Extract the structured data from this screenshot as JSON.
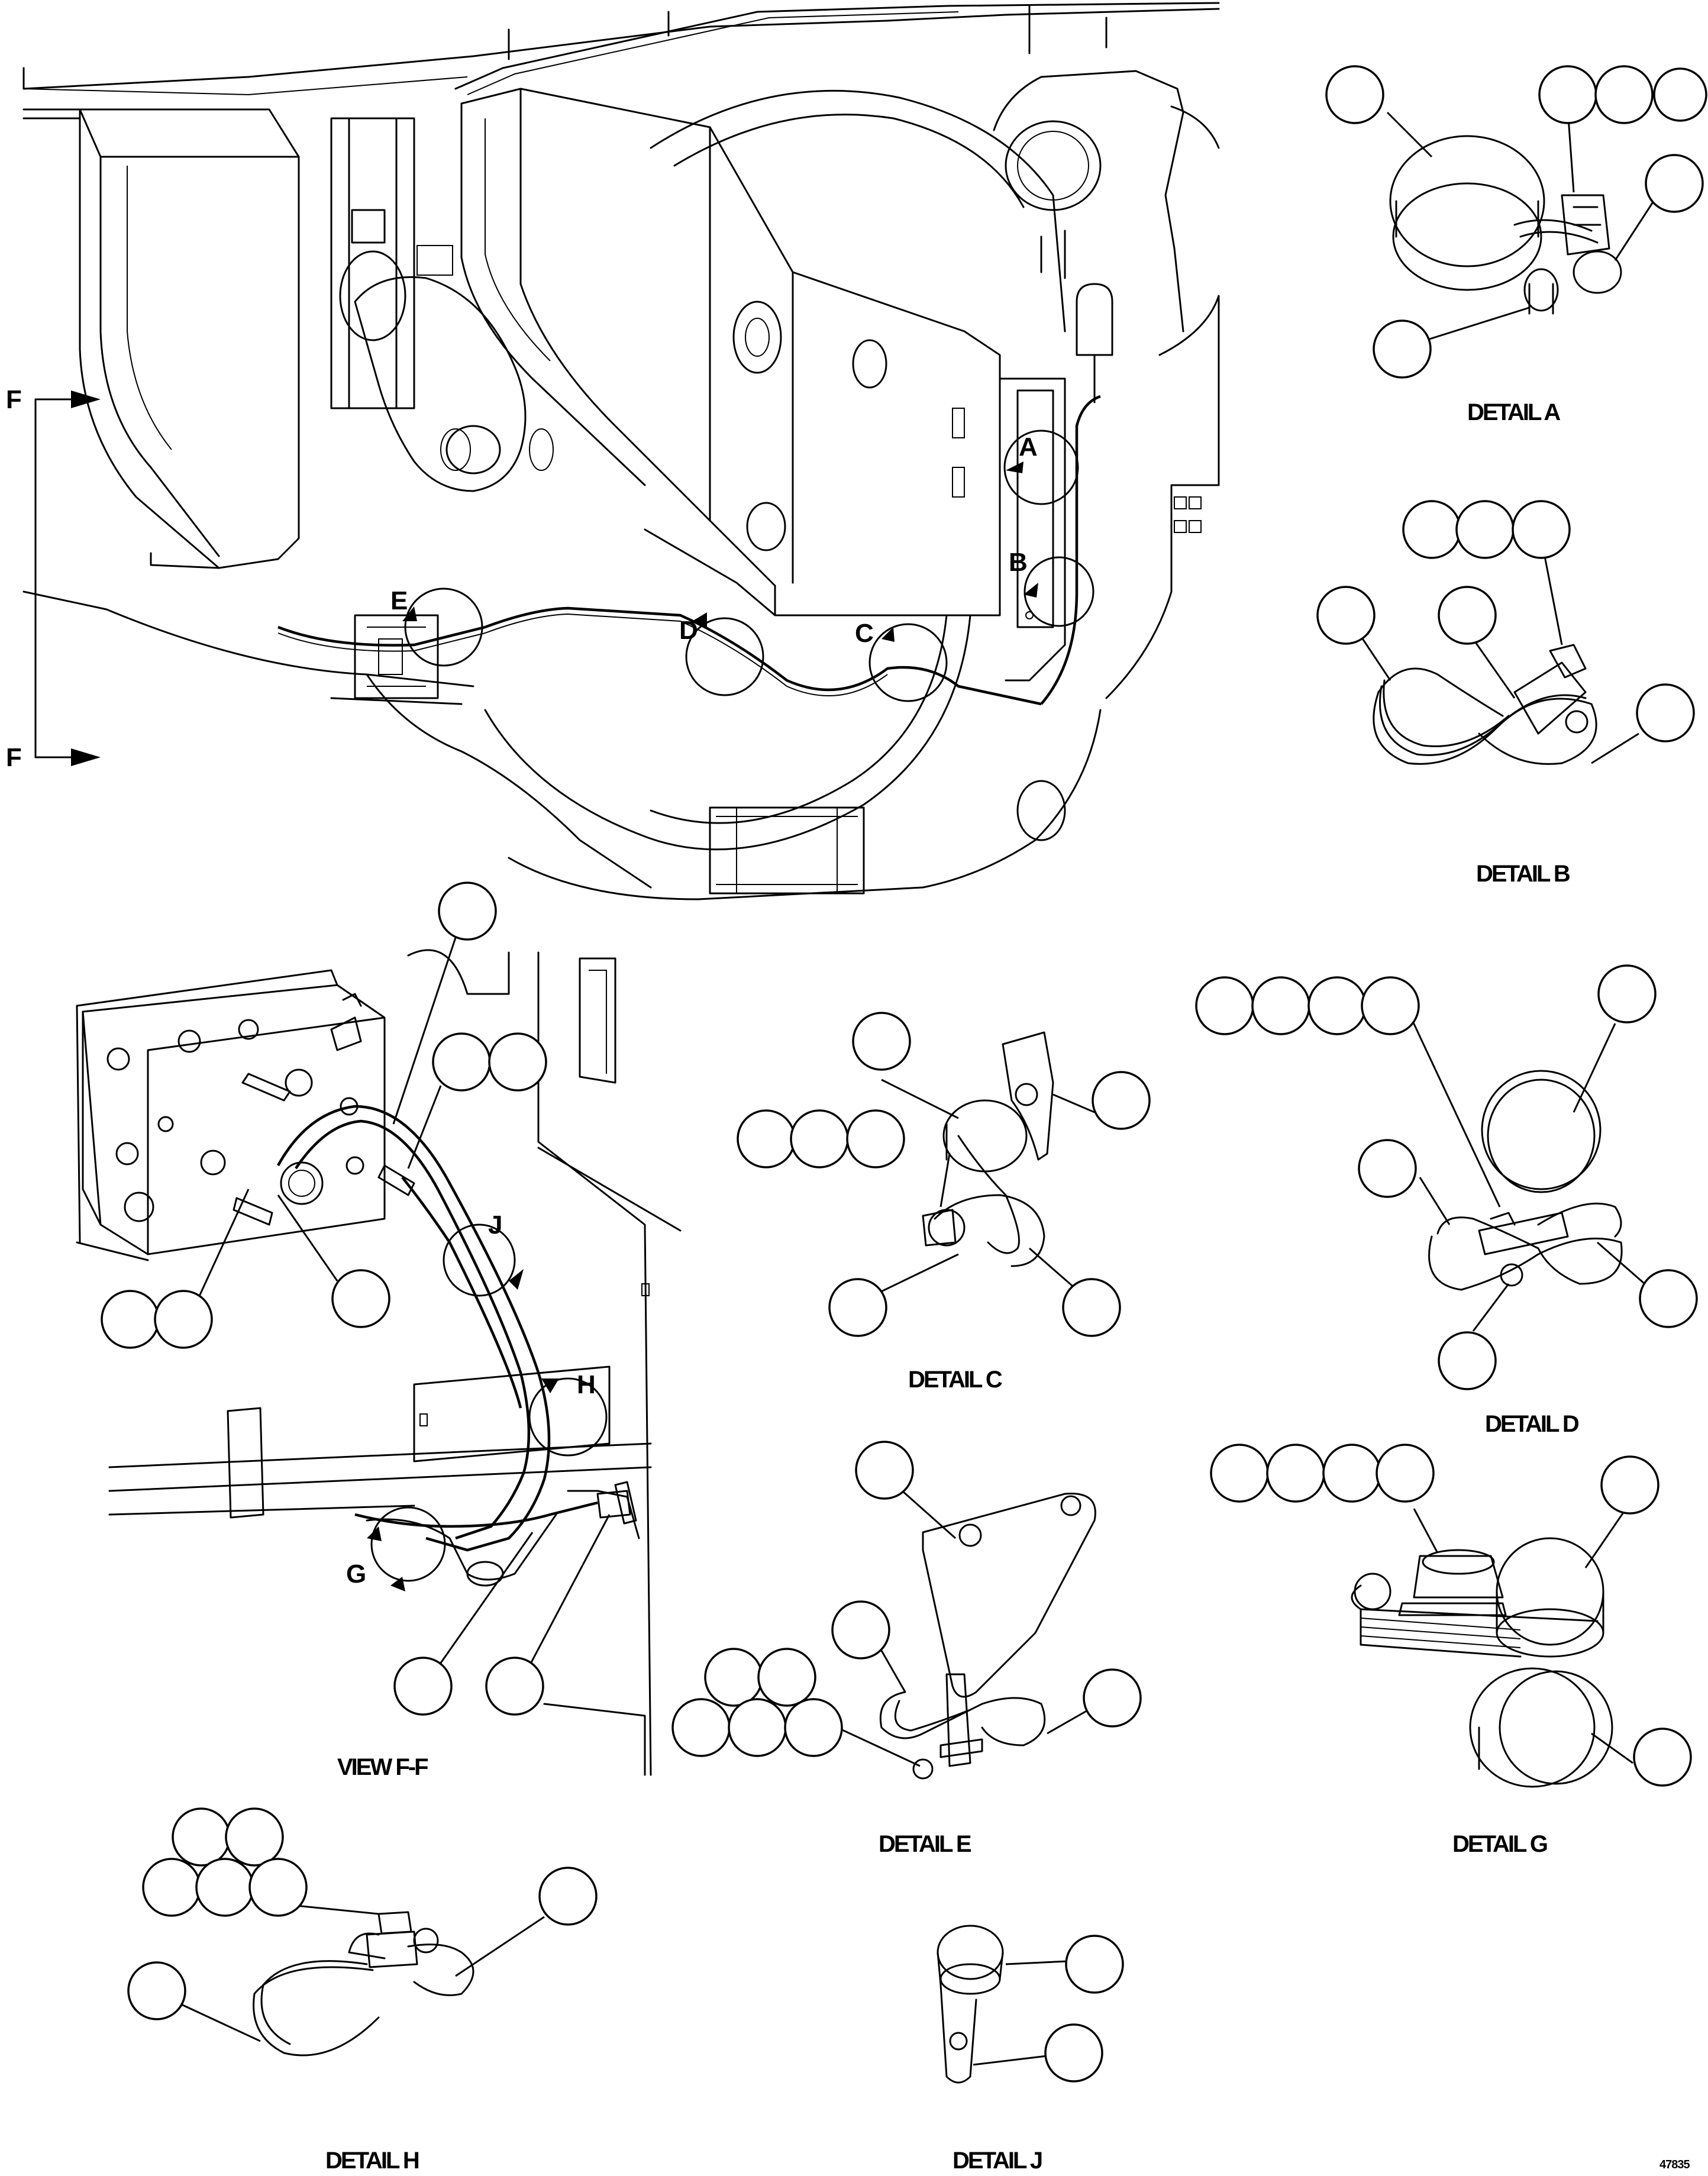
{
  "figure_number": "47835",
  "views": {
    "section_letter": "F",
    "view_ff": "VIEW F-F",
    "detail_a": "DETAIL A",
    "detail_b": "DETAIL B",
    "detail_c": "DETAIL C",
    "detail_d": "DETAIL D",
    "detail_e": "DETAIL E",
    "detail_g": "DETAIL G",
    "detail_h": "DETAIL H",
    "detail_j": "DETAIL J"
  },
  "callouts": {
    "a": "A",
    "b": "B",
    "c": "C",
    "d": "D",
    "e": "E",
    "g": "G",
    "h": "H",
    "j": "J"
  },
  "colors": {
    "ink": "#000000",
    "paper": "#ffffff"
  }
}
